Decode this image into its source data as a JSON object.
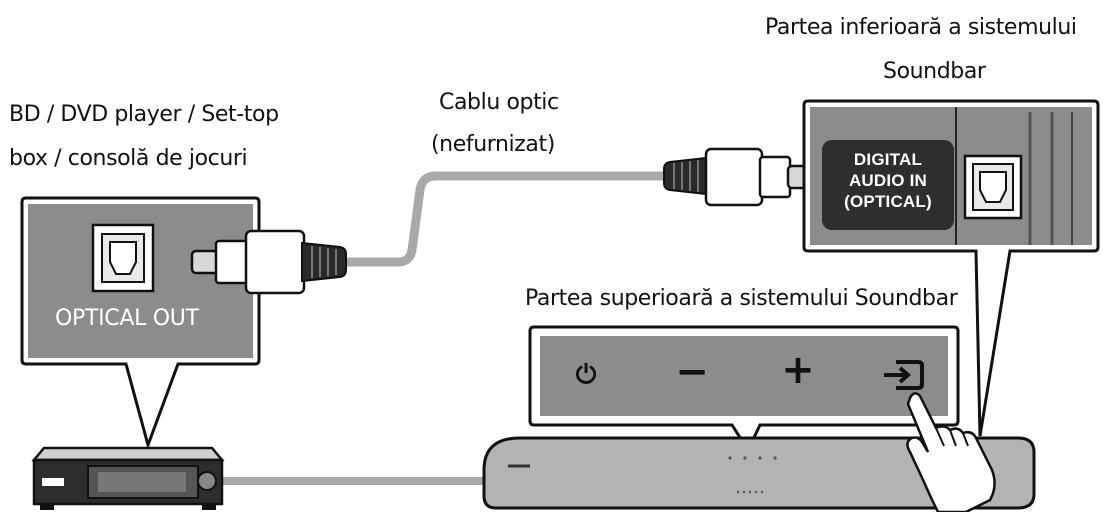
{
  "labels": {
    "source_device_line1": "BD / DVD player / Set-top",
    "source_device_line2": "box / consolă de jocuri",
    "cable_line1": "Cablu optic",
    "cable_line2": "(nefurnizat)",
    "soundbar_bottom_line1": "Partea inferioară a sistemului",
    "soundbar_bottom_line2": "Soundbar",
    "soundbar_top": "Partea superioară a sistemului Soundbar"
  },
  "source_panel": {
    "port_label": "OPTICAL OUT",
    "port_icon": "optical-port-icon"
  },
  "soundbar_bottom_panel": {
    "port_label_line1": "DIGITAL",
    "port_label_line2": "AUDIO IN",
    "port_label_line3": "(OPTICAL)",
    "port_icon": "optical-port-icon"
  },
  "soundbar_top_panel": {
    "buttons": [
      {
        "icon": "power-icon",
        "label": "⏻"
      },
      {
        "icon": "minus-icon",
        "label": "−"
      },
      {
        "icon": "plus-icon",
        "label": "+"
      },
      {
        "icon": "source-input-icon",
        "label": ""
      }
    ]
  },
  "colors": {
    "panel_fill": "#8c8c8c",
    "panel_border": "#111111",
    "cable": "#a9a9a9",
    "soundbar": "#b3b3b3",
    "digital_label_bg": "#2e2e2e"
  }
}
